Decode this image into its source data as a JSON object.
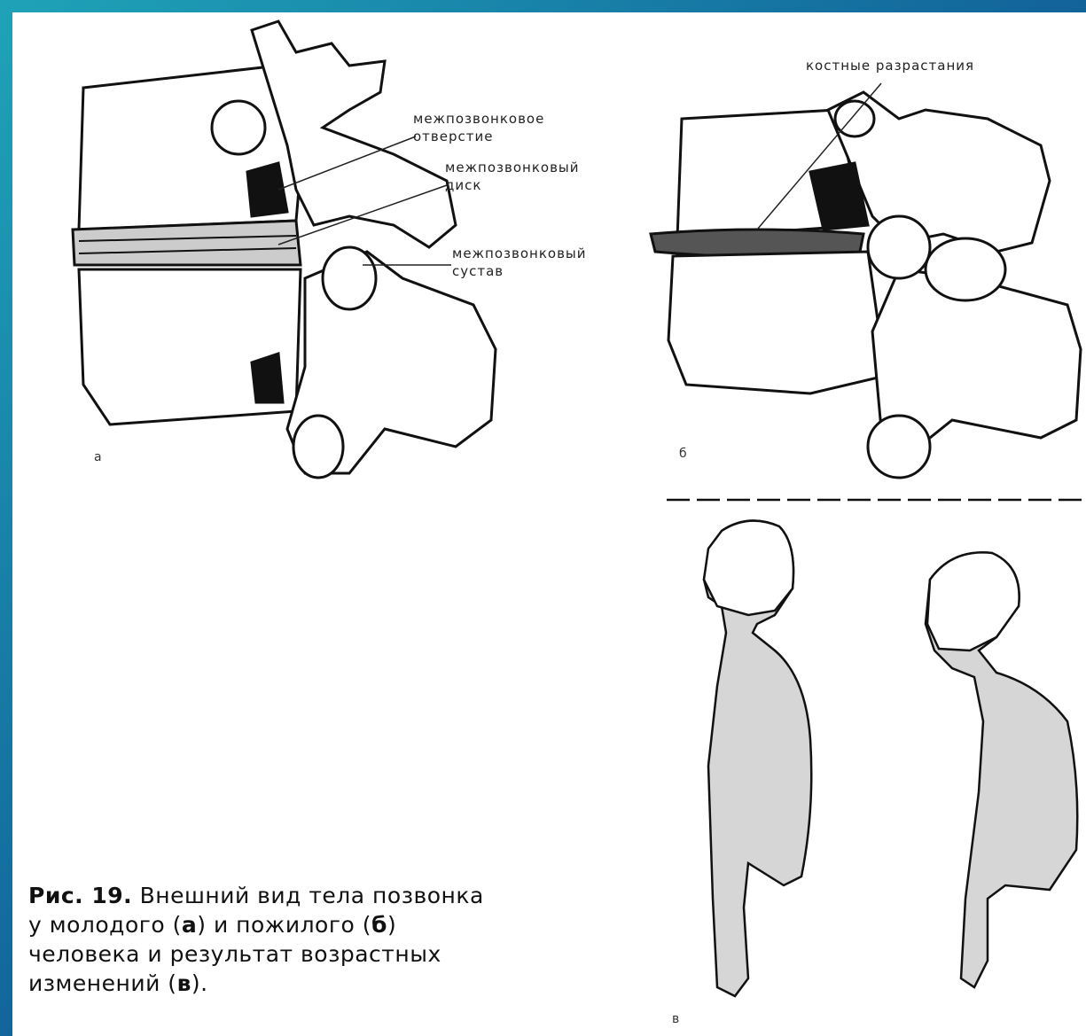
{
  "labels": {
    "foramen": [
      "межпозвонковое",
      "отверстие"
    ],
    "disc": [
      "межпозвонковый",
      "диск"
    ],
    "joint": [
      "межпозвонковый",
      "сустав"
    ],
    "osteophytes": "костные разрастания"
  },
  "panels": {
    "a": "а",
    "b": "б",
    "c": "в"
  },
  "caption": {
    "fig": "Рис. 19.",
    "l1": "Внешний вид тела позвонка",
    "l2_pre": "у молодого (",
    "a": "а",
    "l2_mid": ") и пожилого (",
    "b": "б",
    "l2_end": ")",
    "l3": "человека и результат возрастных",
    "l4_pre": "изменений (",
    "c": "в",
    "l4_end": ")."
  }
}
